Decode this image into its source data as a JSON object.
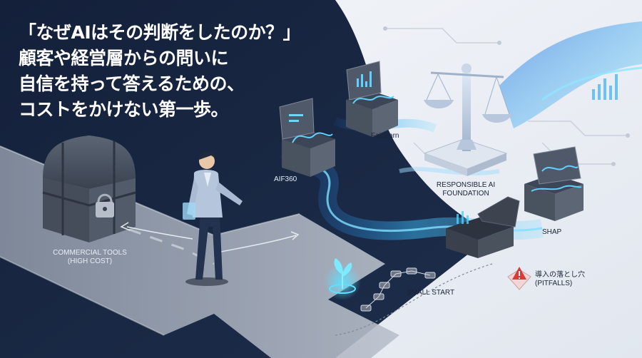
{
  "headline": {
    "lines": [
      "「なぜAIはその判断をしたのか？」",
      "顧客や経営層からの問いに",
      "自信を持って答えるための、",
      "コストをかけない第一歩。"
    ]
  },
  "labels": {
    "commercial_line1": "COMMERCIAL TOOLS",
    "commercial_line2": "(HIGH COST)",
    "aif360": "AIF360",
    "fairlearn": "Fairlearn",
    "rai_line1": "RESPONSIBLE AI",
    "rai_line2": "FOUNDATION",
    "shap": "SHAP",
    "small_start": "SMALL START",
    "pitfalls_line1": "導入の落とし穴",
    "pitfalls_line2": "(PITFALLS)"
  },
  "colors": {
    "dark_bg": "#16233a",
    "light_bg": "#eef1f6",
    "glow": "#38b8f2",
    "warning": "#d93a3a"
  },
  "icons": [
    "treasure-chest-icon",
    "padlock-icon",
    "person-icon",
    "open-box-icon",
    "scale-icon",
    "sprout-icon",
    "warning-icon",
    "arrow-icon"
  ]
}
